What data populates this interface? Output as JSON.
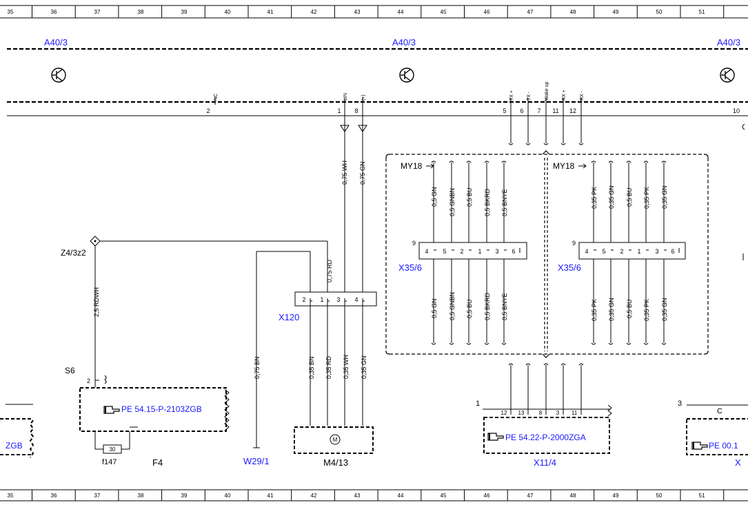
{
  "colors": {
    "link_blue": "#1a1aff",
    "line": "#000000",
    "connector_fill": "#ffffff"
  },
  "grid": {
    "columns": [
      "35",
      "36",
      "37",
      "38",
      "39",
      "40",
      "41",
      "42",
      "43",
      "44",
      "45",
      "46",
      "47",
      "48",
      "49",
      "50",
      "51"
    ]
  },
  "module": {
    "labels": [
      "A40/3",
      "A40/3",
      "A40/3"
    ],
    "pin_numbers": [
      "2",
      "1",
      "8",
      "5",
      "6",
      "7",
      "11",
      "12",
      "10"
    ],
    "pin_names": [
      "NC",
      "LIN",
      "(+)",
      "TX +",
      "TX -",
      "Wake up",
      "RX +",
      "RX -"
    ]
  },
  "wires": {
    "lin": "0,75 WH",
    "plus": "0,75 GN",
    "z4_feed": "0,75 RD",
    "rdwh": "2,5 RDWH",
    "w29": "0,75 BN",
    "m4_bn": "0,35 BN",
    "m4_rd": "0,35 RD",
    "m4_wh": "0,35 WH",
    "m4_gn": "0,35 GN"
  },
  "x120": {
    "label": "X120",
    "pins": [
      "2",
      "1",
      "3",
      "4"
    ]
  },
  "z4": {
    "label": "Z4/3z2"
  },
  "s6": {
    "label": "S6",
    "pin": "2",
    "pin30": "30"
  },
  "f4": {
    "ref": "PE 54.15-P-2103ZGB",
    "fuse_label": "f147",
    "fuse_value": "30",
    "label": "F4"
  },
  "w29": {
    "label": "W29/1"
  },
  "m4": {
    "label": "M4/13",
    "symbol": "M"
  },
  "left_partial": {
    "text": "ZGB"
  },
  "my18_left": {
    "label": "MY18",
    "connector": "X35/6",
    "pin9": "9",
    "upper_wires": [
      "0,5 GN",
      "0,5 GNBN",
      "0,5 BU",
      "0,5 BKRD",
      "0,5 BNYE"
    ],
    "pins": [
      "4",
      "5",
      "2",
      "1",
      "3",
      "6"
    ],
    "lower_wires": [
      "0,5 GN",
      "0,5 GNBN",
      "0,5 BU",
      "0,5 BKRD",
      "0,5 BNYE"
    ]
  },
  "my18_right": {
    "label": "MY18",
    "connector": "X35/6",
    "pin9": "9",
    "upper_wires": [
      "0,35 PK",
      "0,35 GN",
      "0,5 BU",
      "0,35 PK",
      "0,35 GN"
    ],
    "pins": [
      "4",
      "5",
      "2",
      "1",
      "3",
      "6"
    ],
    "lower_wires": [
      "0,35 PK",
      "0,35 GN",
      "0,5 BU",
      "0,35 PK",
      "0,35 GN"
    ]
  },
  "x11": {
    "number": "1",
    "pins": [
      "12",
      "13",
      "8",
      "3",
      "11"
    ],
    "ref": "PE 54.22-P-2000ZGA",
    "label": "X11/4"
  },
  "right_partial": {
    "number": "3",
    "ref": "PE 00.1",
    "letter_c": "C",
    "letter_x": "X"
  }
}
